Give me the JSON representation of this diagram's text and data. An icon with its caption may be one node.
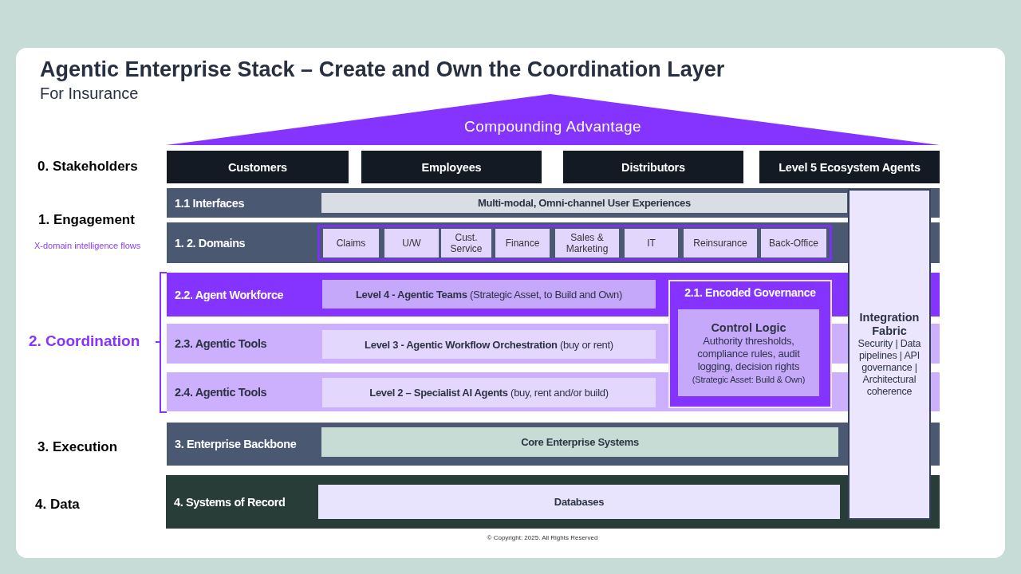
{
  "diagram": {
    "title": "Agentic Enterprise Stack – Create and Own the Coordination Layer",
    "nodes": [
      {
        "text": [
          "Compounding Advantage"
        ]
      },
      {
        "text": [
          "Customers"
        ]
      },
      {
        "text": [
          "Employees"
        ]
      },
      {
        "text": [
          "Distributors"
        ]
      },
      {
        "text": [
          "Level 5 Ecosystem Agents"
        ]
      },
      {
        "text": [
          "1.1 Interfaces"
        ]
      },
      {
        "text": [
          "Multi-modal, Omni-channel User Experiences"
        ],
        "in": 5
      },
      {
        "text": [
          "1. 2. Domains"
        ]
      },
      {
        "text": [],
        "shape": "box",
        "in": 7
      },
      {
        "text": [
          "Claims"
        ],
        "in": 8
      },
      {
        "text": [
          "U/W"
        ],
        "in": 8
      },
      {
        "text": [
          "Cust. Service"
        ],
        "in": 8
      },
      {
        "text": [
          "Finance"
        ],
        "in": 8
      },
      {
        "text": [
          "Sales & Marketing"
        ],
        "in": 8
      },
      {
        "text": [
          "IT"
        ],
        "in": 8
      },
      {
        "text": [
          "Reinsurance"
        ],
        "in": 8
      },
      {
        "text": [
          "Back-Office"
        ],
        "in": 8
      },
      {
        "text": [
          "2.2. Agent Workforce"
        ]
      },
      {
        "text": [
          "**Level 4 - Agentic Teams** (Strategic Asset, to Build and Own)"
        ],
        "in": 17
      },
      {
        "text": [
          "2.1. Encoded Governance"
        ]
      },
      {
        "text": [
          "Control Logic",
          "Authority thresholds, compliance rules, audit logging, decision rights",
          "(Strategic Asset: Build & Own)"
        ],
        "in": 19
      },
      {
        "text": [
          "2.3. Agentic Tools"
        ]
      },
      {
        "text": [
          "**Level 3 - Agentic Workflow Orchestration** (buy or rent)"
        ],
        "in": 21
      },
      {
        "text": [
          "2.4. Agentic Tools"
        ]
      },
      {
        "text": [
          "**Level 2 – Specialist AI Agents** (buy, rent and/or build)"
        ],
        "in": 23
      },
      {
        "text": [
          "3. Enterprise Backbone"
        ]
      },
      {
        "text": [
          "Core Enterprise Systems"
        ],
        "in": 25
      },
      {
        "text": [
          "4. Systems of Record"
        ]
      },
      {
        "text": [
          "Databases"
        ],
        "in": 27
      },
      {
        "text": [
          "Integration Fabric",
          "Security | Data pipelines | API governance | Architectural coherence"
        ]
      }
    ],
    "labels": [
      "For Insurance",
      "0. Stakeholders",
      "1. Engagement",
      "X-domain intelligence flows",
      "2. Coordination",
      "3. Execution",
      "4. Data",
      "© Copyright: 2025. All Rights Reserved"
    ]
  }
}
